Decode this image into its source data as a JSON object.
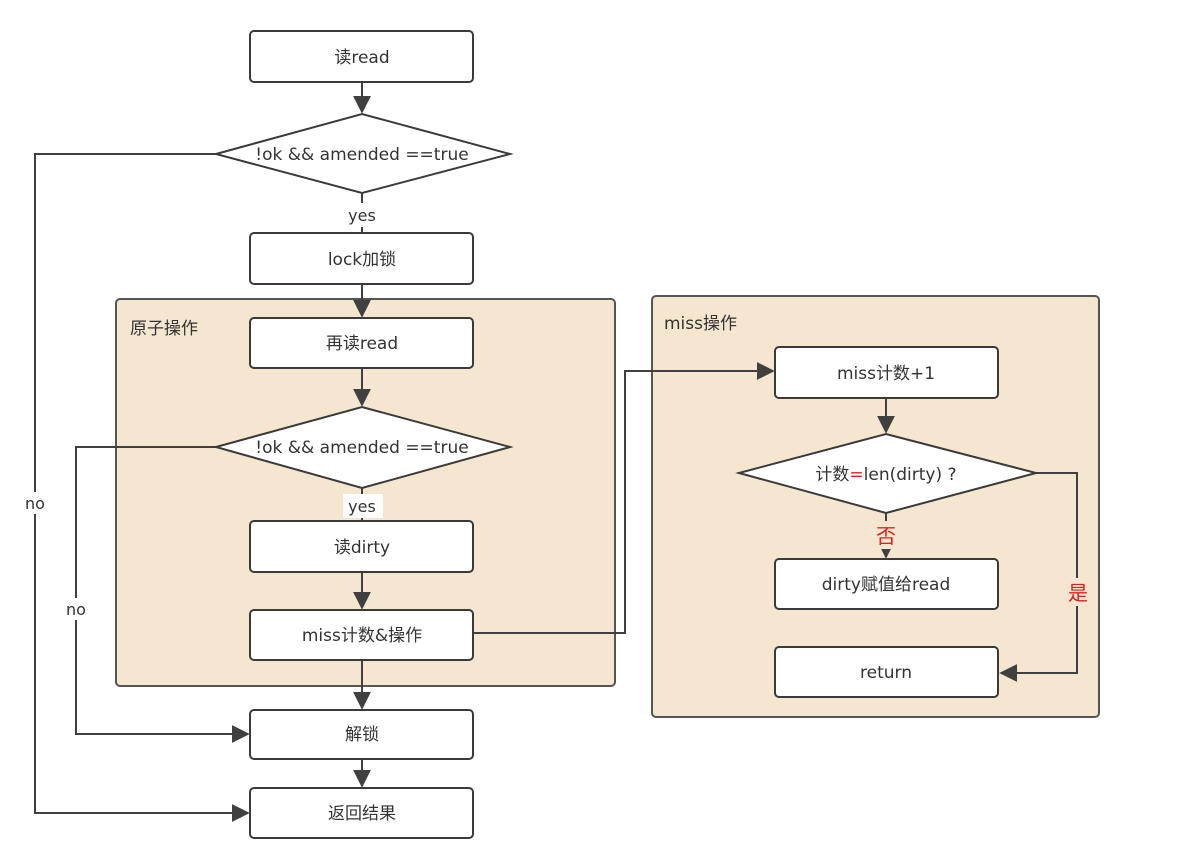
{
  "colors": {
    "group_fill": "#f5e6d0",
    "group_stroke": "#555555",
    "node_fill": "#ffffff",
    "node_stroke": "#3a3a3a",
    "edge": "#404040",
    "red_label": "#e02020"
  },
  "groups": {
    "atomic": {
      "title": "原子操作"
    },
    "miss": {
      "title": "miss操作"
    }
  },
  "nodes": {
    "read": "读read",
    "check1": "!ok && amended ==true",
    "lock": "lock加锁",
    "reread": "再读read",
    "check2": "!ok && amended ==true",
    "read_dirty": "读dirty",
    "miss_op": "miss计数&操作",
    "unlock": "解锁",
    "return_result": "返回结果",
    "miss_inc": "miss计数+1",
    "cmp_pre": "计数",
    "cmp_eq": "=",
    "cmp_post": "len(dirty) ?",
    "assign": "dirty赋值给read",
    "ret": "return"
  },
  "edge_labels": {
    "yes1": "yes",
    "yes2": "yes",
    "no1": "no",
    "no2": "no",
    "fou": "否",
    "shi": "是"
  }
}
